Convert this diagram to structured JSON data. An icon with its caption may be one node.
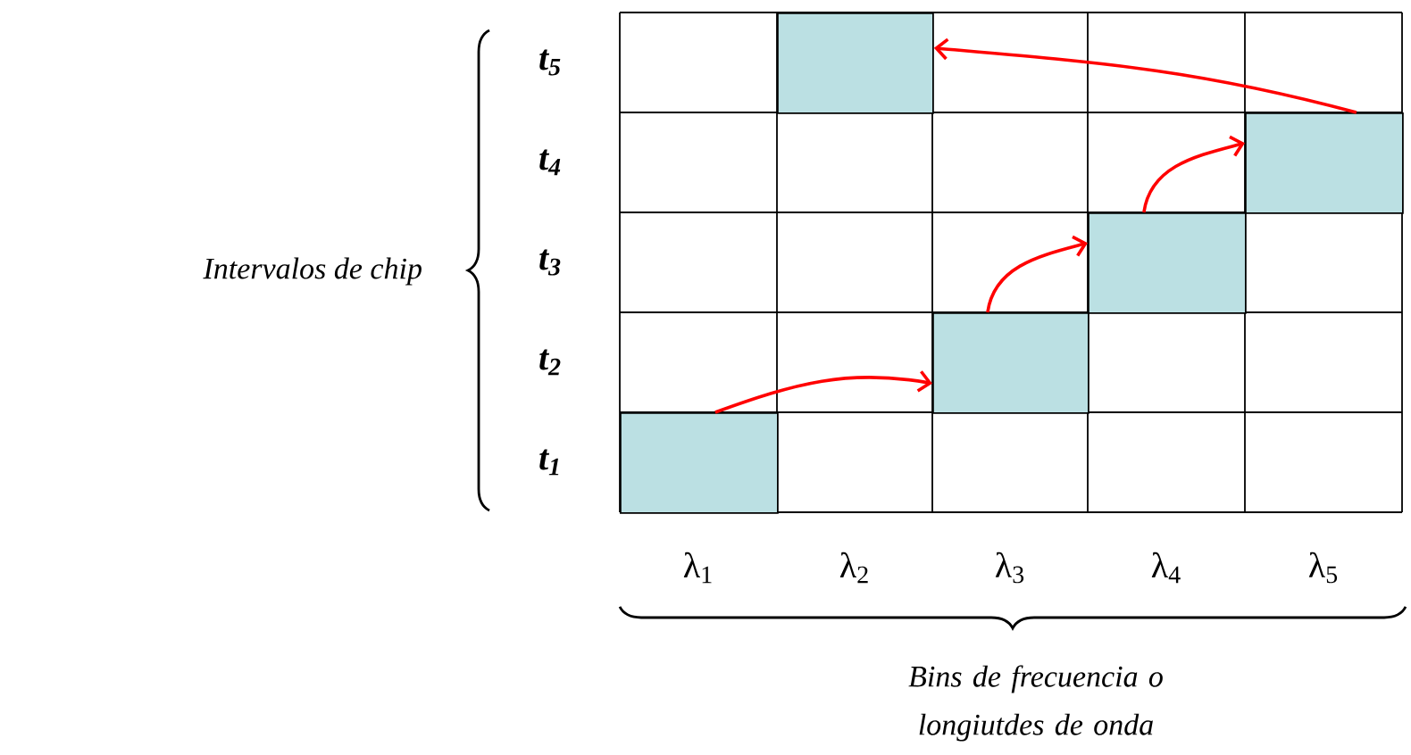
{
  "diagram": {
    "nodes": [
      {
        "text": [],
        "shape": "box"
      },
      {
        "text": [],
        "shape": "box"
      },
      {
        "text": [],
        "shape": "box"
      },
      {
        "text": [],
        "shape": "box"
      },
      {
        "text": [],
        "shape": "box"
      }
    ],
    "edges": [
      {
        "from": 0,
        "to": 2,
        "arrow": "to"
      },
      {
        "from": 2,
        "to": 3,
        "arrow": "to"
      },
      {
        "from": 3,
        "to": 4,
        "arrow": "to"
      },
      {
        "from": 4,
        "to": 1,
        "arrow": "to"
      }
    ],
    "labels": [
      "t$_{5}$",
      "t$_{4}$",
      "Intervalos de chip",
      "t$_{3}$",
      "t$_{2}$",
      "t$_{1}$",
      "λ$_{1}$",
      "λ$_{2}$",
      "λ$_{3}$",
      "λ$_{4}$",
      "λ$_{5}$",
      "Bins de frecuencia o longiutdes de onda"
    ]
  }
}
